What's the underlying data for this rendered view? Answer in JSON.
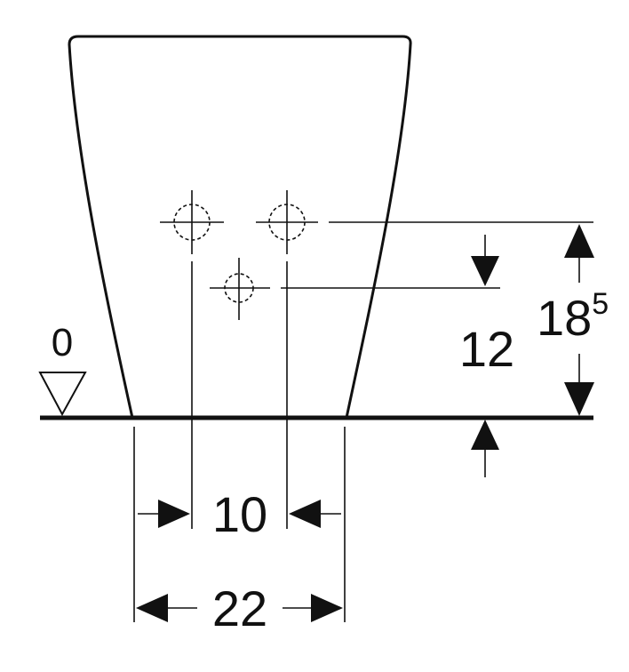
{
  "diagram": {
    "colors": {
      "line": "#111111",
      "background": "#ffffff"
    },
    "floor_level_label": "0",
    "dimensions": {
      "total_height_main": "18",
      "total_height_sup": "5",
      "lower_height": "12",
      "inner_spacing": "10",
      "outer_width": "22"
    },
    "icons": {
      "floor_level": "level-triangle-icon",
      "connection": "crosshair-dashed-circle-icon"
    }
  }
}
